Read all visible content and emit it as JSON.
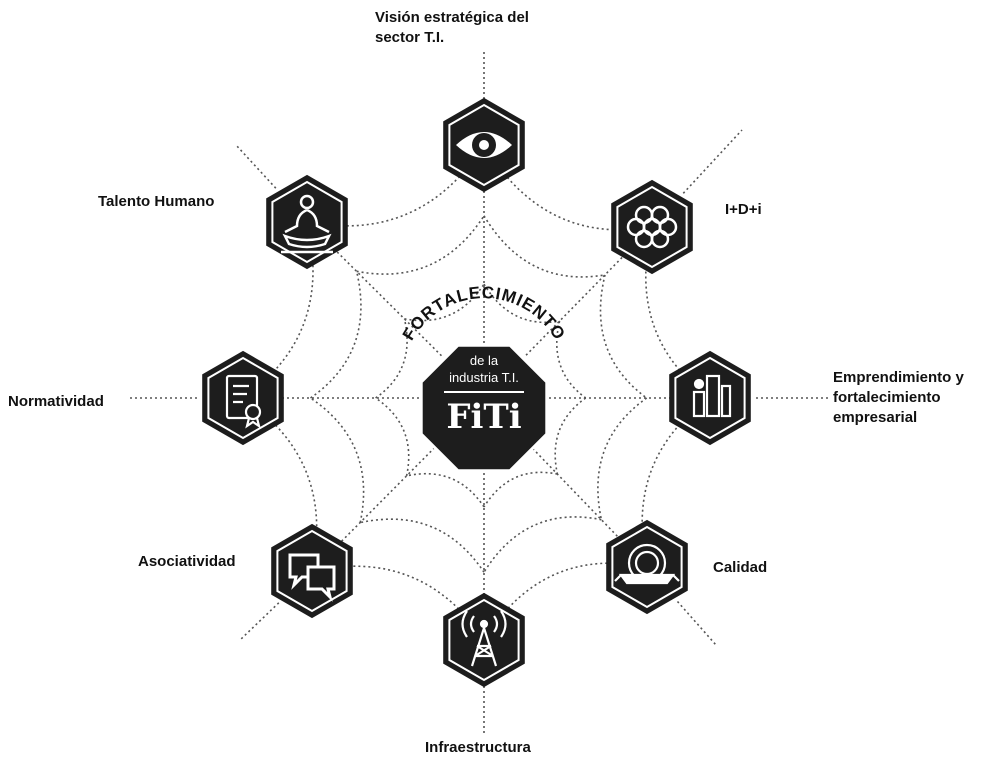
{
  "center": {
    "arc_title": "FORTALECIMIENTO",
    "line1": "de la",
    "line2": "industria T.I.",
    "acronym": "FiTi"
  },
  "nodes": [
    {
      "id": "vision",
      "icon": "eye-icon",
      "label_lines": [
        "Visión estratégica del",
        "sector T.I."
      ]
    },
    {
      "id": "idi",
      "icon": "molecule-cluster-icon",
      "label_lines": [
        "I+D+i"
      ]
    },
    {
      "id": "emprendimiento",
      "icon": "business-growth-icon",
      "label_lines": [
        "Emprendimiento y",
        "fortalecimiento",
        "empresarial"
      ]
    },
    {
      "id": "calidad",
      "icon": "quality-seal-icon",
      "label_lines": [
        "Calidad"
      ]
    },
    {
      "id": "infraestructura",
      "icon": "antenna-tower-icon",
      "label_lines": [
        "Infraestructura"
      ]
    },
    {
      "id": "asociatividad",
      "icon": "chat-bubbles-icon",
      "label_lines": [
        "Asociatividad"
      ]
    },
    {
      "id": "normatividad",
      "icon": "document-seal-icon",
      "label_lines": [
        "Normatividad"
      ]
    },
    {
      "id": "talento",
      "icon": "meditating-person-icon",
      "label_lines": [
        "Talento Humano"
      ]
    }
  ],
  "colors": {
    "hex_dark": "#1d1d1d",
    "hex_ring": "#ffffff",
    "web_line": "#555555",
    "text": "#111111"
  }
}
